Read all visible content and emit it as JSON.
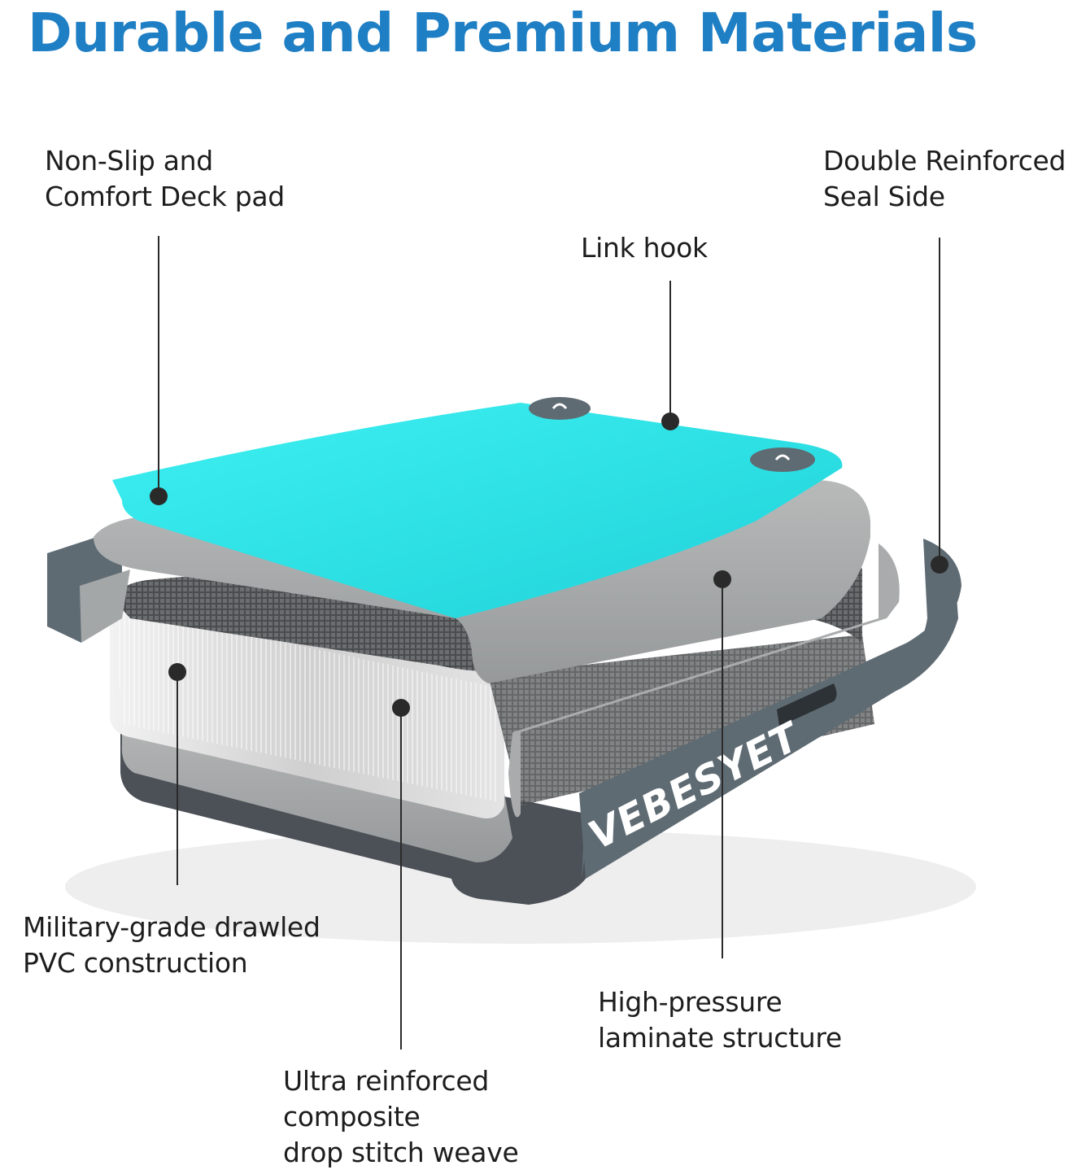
{
  "title": "Durable and Premium Materials",
  "brand": "VEBESYET",
  "colors": {
    "title": "#1f7fc4",
    "deck_pad": "#2fe2e6",
    "laminate_layer": "#a7a9aa",
    "side_seal": "#5f6b73",
    "bottom_layer": "#4b5157",
    "core": "#d4d4d4"
  },
  "callouts": {
    "deck_pad": [
      "Non-Slip and",
      "Comfort Deck pad"
    ],
    "seal_side": [
      "Double Reinforced",
      "Seal Side"
    ],
    "link_hook": [
      "Link hook"
    ],
    "pvc": [
      "Military-grade drawled",
      "PVC construction"
    ],
    "laminate": [
      "High-pressure",
      "laminate structure"
    ],
    "drop_stitch": [
      "Ultra reinforced",
      "composite",
      "drop stitch weave"
    ]
  }
}
